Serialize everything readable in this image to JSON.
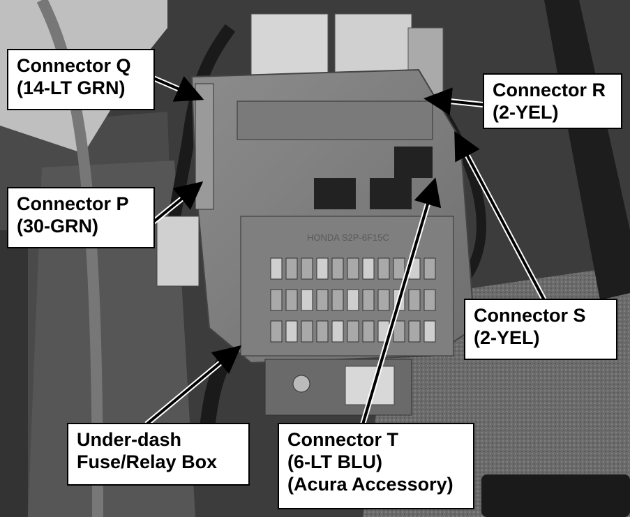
{
  "photo": {
    "subject": "under-dash fuse relay box",
    "molding_text": "HONDA S2P-6F15C"
  },
  "callouts": {
    "connector_q": {
      "line1": "Connector Q",
      "line2": "(14-LT GRN)"
    },
    "connector_r": {
      "line1": "Connector R",
      "line2": "(2-YEL)"
    },
    "connector_p": {
      "line1": "Connector P",
      "line2": "(30-GRN)"
    },
    "connector_s": {
      "line1": "Connector S",
      "line2": "(2-YEL)"
    },
    "fuse_box": {
      "line1": "Under-dash",
      "line2": "Fuse/Relay Box"
    },
    "connector_t": {
      "line1": "Connector T",
      "line2": "(6-LT BLU)",
      "line3": "(Acura Accessory)"
    }
  },
  "colors": {
    "callout_bg": "#ffffff",
    "callout_border": "#000000",
    "arrow": "#000000",
    "arrow_outline": "#ffffff"
  }
}
